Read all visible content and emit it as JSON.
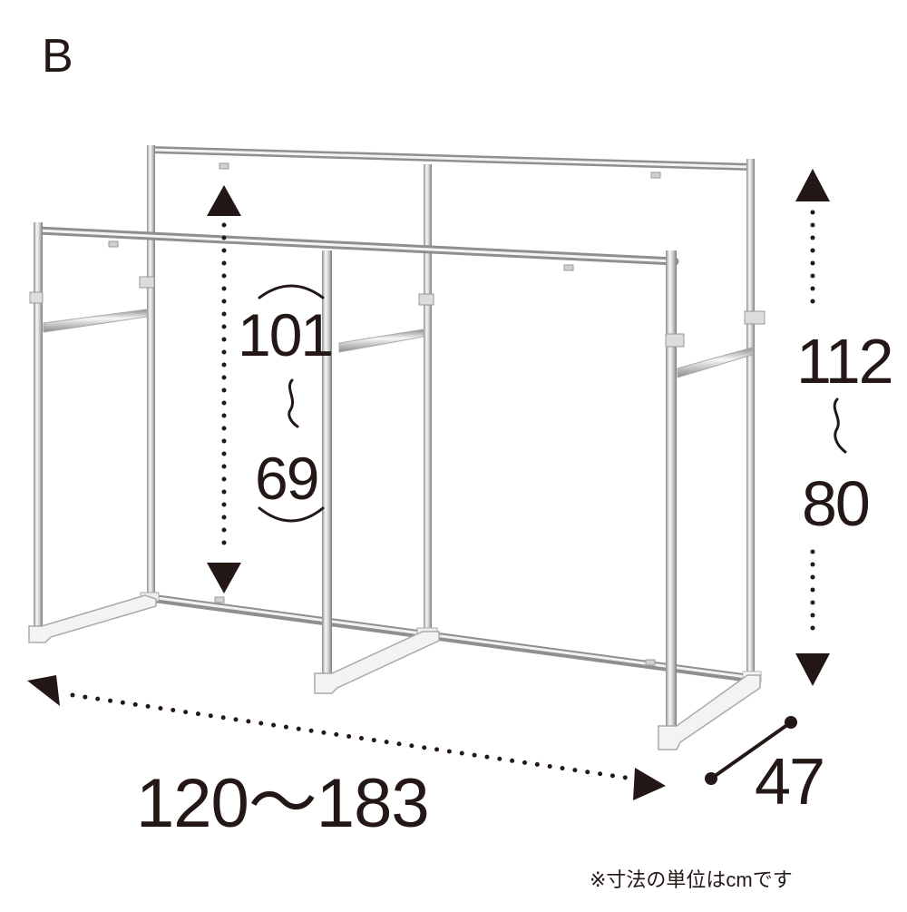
{
  "variant_label": "B",
  "dimensions": {
    "inner_height_max": "101",
    "inner_height_min": "69",
    "height_max": "112",
    "height_min": "80",
    "width_range": "120～183",
    "depth": "47"
  },
  "range_symbol_icon": "wave-range-icon",
  "unit_note": "※寸法の単位はcmです",
  "colors": {
    "ink": "#231815",
    "chrome_light": "#f4f4f4",
    "chrome_dark": "#9a9a9a"
  }
}
